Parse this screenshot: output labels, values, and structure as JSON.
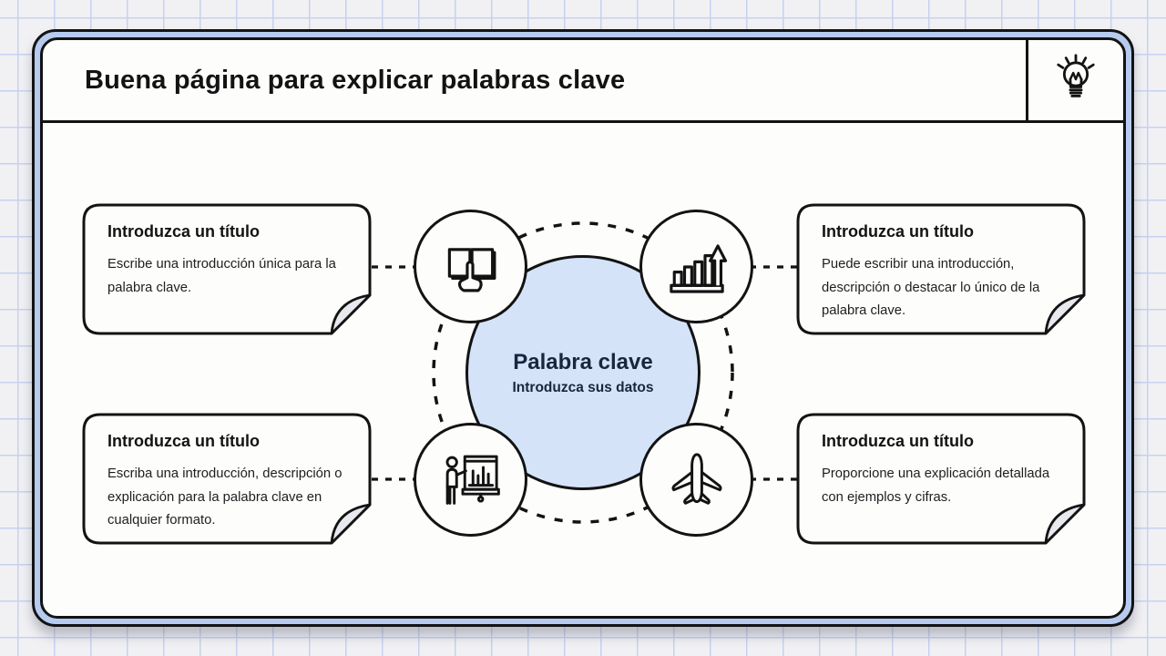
{
  "slide": {
    "title": "Buena página para explicar palabras clave"
  },
  "center": {
    "title": "Palabra clave",
    "subtitle": "Introduzca sus datos"
  },
  "boxes": {
    "top_left": {
      "title": "Introduzca un título",
      "body": "Escribe una introducción única para la palabra clave."
    },
    "top_right": {
      "title": "Introduzca un título",
      "body": "Puede escribir una introducción, descripción o destacar lo único de la palabra clave."
    },
    "bottom_left": {
      "title": "Introduzca un título",
      "body": "Escriba una introducción, descripción o explicación para la palabra clave en cualquier formato."
    },
    "bottom_right": {
      "title": "Introduzca un título",
      "body": "Proporcione una explicación detallada con ejemplos y cifras."
    }
  },
  "icons": {
    "header": "lightbulb-idea-icon",
    "node_top_left": "open-book-hand-icon",
    "node_top_right": "growth-bar-chart-icon",
    "node_bottom_left": "presentation-board-icon",
    "node_bottom_right": "airplane-icon"
  },
  "colors": {
    "page_bg": "#f1f1f4",
    "grid_line": "#c7d1ef",
    "card_band": "#b7cbef",
    "paper": "#fdfdfb",
    "ink": "#131313",
    "center_fill": "#d5e3f9",
    "navy_text": "#18263e",
    "fold_fill": "#e8e9ee"
  }
}
